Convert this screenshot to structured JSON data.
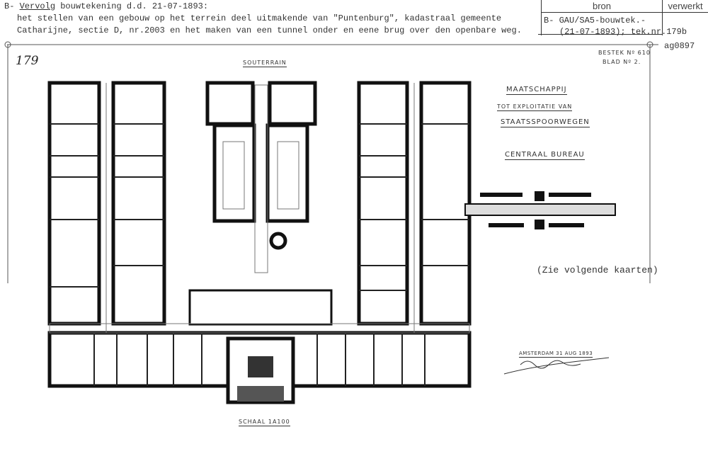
{
  "record": {
    "prefix": "B-",
    "title_underlined": "Vervolg",
    "title_rest": " bouwtekening d.d. 21-07-1893:",
    "line1": "het stellen van een gebouw op het terrein deel uitmakende van \"Puntenburg\", kadastraal gemeente",
    "line2": "Catharijne, sectie D, nr.2003 en het maken van een tunnel onder en eene brug over den openbare weg."
  },
  "source_table": {
    "header_bron": "bron",
    "header_verwerkt": "verwerkt",
    "bron_line1": "B- GAU/SA5-bouwtek.-",
    "bron_line2": "(21-07-1893); tek.nr.179b",
    "code": "ag0897"
  },
  "drawing": {
    "sheet_number": "179",
    "level_label": "Souterrain",
    "bestek": "Bestek Nº 610",
    "blad": "Blad Nº 2.",
    "company_line1": "Maatschappij",
    "company_line2": "tot Exploitatie van",
    "company_line3": "Staatsspoorwegen",
    "department": "Centraal Bureau",
    "note": "(Zie volgende kaarten)",
    "signature_place_date": "Amsterdam 31 Aug 1893",
    "scale": "Schaal 1a100"
  }
}
